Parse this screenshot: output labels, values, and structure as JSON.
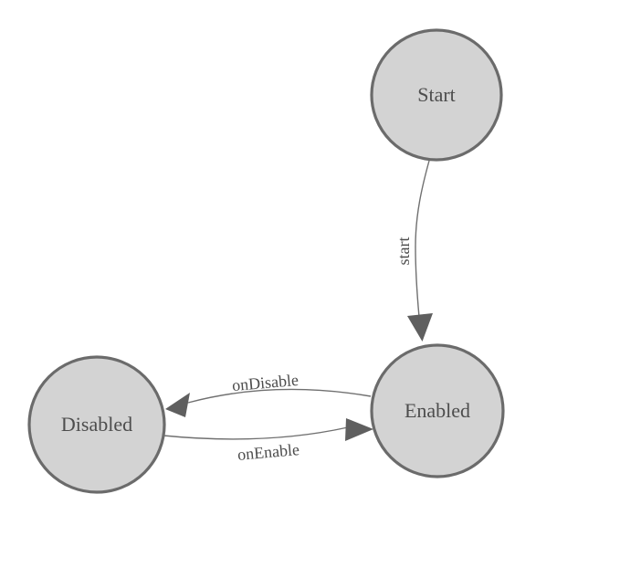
{
  "diagram": {
    "type": "state-machine",
    "background_color": "#ffffff",
    "colors": {
      "node_fill": "#d3d3d3",
      "node_border": "#6b6b6b",
      "edge_line": "#707070",
      "arrowhead_fill": "#5f5f5f",
      "label_text": "#4d4d4d"
    },
    "states": [
      {
        "id": "start",
        "label": "Start"
      },
      {
        "id": "enabled",
        "label": "Enabled"
      },
      {
        "id": "disabled",
        "label": "Disabled"
      }
    ],
    "transitions": [
      {
        "from": "Start",
        "to": "Enabled",
        "label": "start"
      },
      {
        "from": "Enabled",
        "to": "Disabled",
        "label": "onDisable"
      },
      {
        "from": "Disabled",
        "to": "Enabled",
        "label": "onEnable"
      }
    ]
  }
}
